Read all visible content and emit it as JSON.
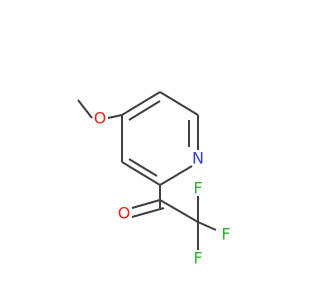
{
  "molecule": {
    "atoms": [
      {
        "id": "O1",
        "label": "O",
        "color": "#e8241c"
      },
      {
        "id": "C1",
        "label": "",
        "color": "#404040"
      },
      {
        "id": "C2",
        "label": "",
        "color": "#404040"
      },
      {
        "id": "C3",
        "label": "",
        "color": "#404040"
      },
      {
        "id": "C4",
        "label": "",
        "color": "#404040"
      },
      {
        "id": "N1",
        "label": "N",
        "color": "#3a3ad8"
      },
      {
        "id": "C5",
        "label": "",
        "color": "#404040"
      },
      {
        "id": "C6",
        "label": "",
        "color": "#404040"
      },
      {
        "id": "C7",
        "label": "",
        "color": "#404040"
      },
      {
        "id": "O2",
        "label": "O",
        "color": "#e8241c"
      },
      {
        "id": "C8",
        "label": "",
        "color": "#404040"
      },
      {
        "id": "F1",
        "label": "F",
        "color": "#30b030"
      },
      {
        "id": "F2",
        "label": "F",
        "color": "#30b030"
      },
      {
        "id": "F3",
        "label": "F",
        "color": "#30b030"
      }
    ]
  }
}
